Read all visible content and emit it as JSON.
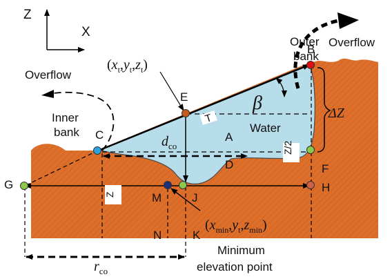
{
  "axes": {
    "z": "Z",
    "x": "X"
  },
  "labels": {
    "outer_bank_1": "Outer",
    "outer_bank_2": "bank",
    "overflow_right": "Overflow",
    "overflow_left": "Overflow",
    "point_B": "B",
    "point_E": "E",
    "point_C": "C",
    "point_A": "A",
    "point_T": "T",
    "point_D": "D",
    "point_F": "F",
    "point_G": "G",
    "point_H": "H",
    "point_M": "M",
    "point_J": "J",
    "point_N": "N",
    "point_K": "K",
    "inner_bank_1": "Inner",
    "inner_bank_2": "bank",
    "water": "Water",
    "beta": "β",
    "delta_z": "ΔZ",
    "dco_d": "d",
    "dco_sub": "co",
    "rco_r": "r",
    "rco_sub": "co",
    "z_over_2": "Z/2",
    "z_bar": "Z",
    "coord_top": "(xt,yt,zt)",
    "coord_min": "(xmin,yt,zmin)",
    "min_point_1": "Minimum",
    "min_point_2": "elevation point"
  },
  "colors": {
    "soil": "#DE6F2A",
    "water": "#B7DDEA",
    "point_B": "#E01010",
    "point_E": "#C65A1B",
    "point_C": "#2BA3E0",
    "point_green": "#8CC94A",
    "point_M": "#1E2E78",
    "point_H": "#D0604A"
  }
}
